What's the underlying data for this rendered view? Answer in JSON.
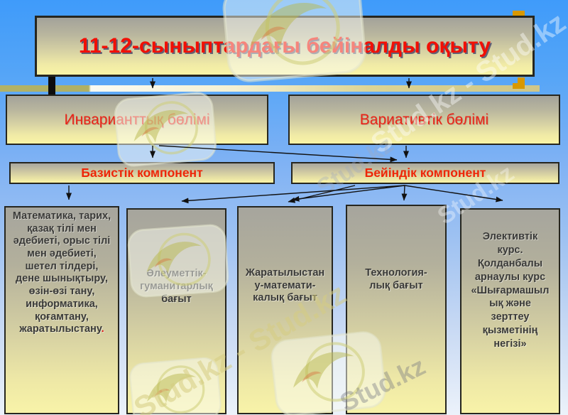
{
  "title": {
    "text": "11-12-сыныптардағы бейіналды оқыту"
  },
  "row2": [
    {
      "label": "Инварианттық бөлімі"
    },
    {
      "label": "Вариативтік бөлімі"
    }
  ],
  "row3": [
    {
      "label": "Базистік компонент"
    },
    {
      "label": "Бейіндік компонент"
    }
  ],
  "row4": [
    {
      "text": "Математика, тарих,\nқазақ тілі мен\nәдебиеті, орыс тілі\nмен әдебиеті,\nшетел тілдері,\nдене шынықтыру,\nөзін-өзі тану,\nинформатика,\nқоғамтану,\nжаратылыстану",
      "suffix": "."
    },
    {
      "text": "Әлеуметтік-\nгуманитарлық\nбағыт"
    },
    {
      "text": "Жаратылыстан\nу-математи-\nкалық бағыт"
    },
    {
      "text": "Технология-\nлық бағыт"
    },
    {
      "text": "Элективтік\nкурс.\nҚолданбалы\nарнаулы курс\n«Шығармашыл\nық және\nзерттеу\nқызметінің\nнегізі»"
    }
  ],
  "watermarks": {
    "full": "Stud.kz - Stud.kz",
    "short": "Stud.kz"
  },
  "colors": {
    "background_top": "#3f9bfa",
    "background_bottom": "#ecf2fa",
    "box_gradient_top": "#a3a29a",
    "box_gradient_bottom": "#f9f4a6",
    "title_text": "#f20f05",
    "row_text_red": "#e92419",
    "column_text": "#3a3a38",
    "stripe_olive": "#b2b266",
    "gold_accent": "#d89800",
    "connector": "#111111"
  }
}
